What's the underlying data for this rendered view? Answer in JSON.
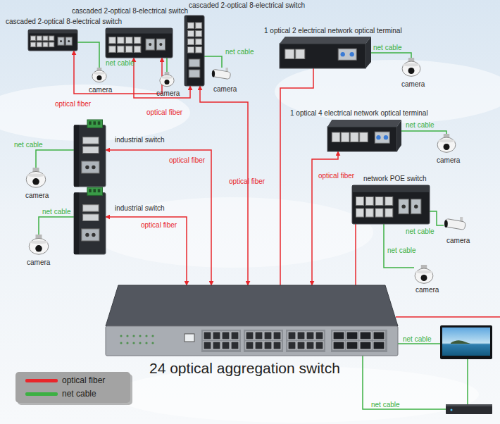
{
  "diagram": {
    "nodes": [
      {
        "text": [
          "cascaded 2-optical 8-electrical switch"
        ]
      },
      {
        "text": [
          "cascaded 2-optical 8-electrical switch"
        ]
      },
      {
        "text": [
          "cascaded 2-optical 8-electrical switch"
        ]
      },
      {
        "text": [
          "1 optical 2 electrical network optical terminal"
        ]
      },
      {
        "text": [
          "camera"
        ]
      },
      {
        "text": [
          "camera"
        ]
      },
      {
        "text": [
          "camera"
        ]
      },
      {
        "text": [
          "camera"
        ]
      },
      {
        "text": [
          "1 optical 4 electrical network optical terminal"
        ]
      },
      {
        "text": [
          "industrial switch"
        ]
      },
      {
        "text": [
          "camera"
        ]
      },
      {
        "text": [
          "network POE switch"
        ]
      },
      {
        "text": [
          "camera"
        ]
      },
      {
        "text": [
          "industrial switch"
        ]
      },
      {
        "text": [
          "camera"
        ]
      },
      {
        "text": [
          "camera"
        ]
      },
      {
        "text": [
          "camera"
        ]
      },
      {
        "text": [
          "24 optical aggregation switch"
        ]
      }
    ],
    "edges": [
      {
        "from": 0,
        "to": 1,
        "label": "optical fiber",
        "arrow": "both"
      },
      {
        "from": 1,
        "to": 2,
        "label": "optical fiber",
        "arrow": "both"
      },
      {
        "from": 2,
        "to": 17,
        "label": "optical fiber",
        "arrow": "both"
      },
      {
        "from": 0,
        "to": 4,
        "label": "net cable",
        "arrow": "none"
      },
      {
        "from": 1,
        "to": 5,
        "arrow": "none"
      },
      {
        "from": 2,
        "to": 6,
        "label": "net cable",
        "arrow": "none"
      },
      {
        "from": 3,
        "to": 17,
        "arrow": "none"
      },
      {
        "from": 3,
        "to": 7,
        "label": "net cable",
        "arrow": "none"
      },
      {
        "from": 8,
        "to": 17,
        "label": "optical fiber",
        "arrow": "both"
      },
      {
        "from": 8,
        "to": 10,
        "label": "net cable",
        "arrow": "none"
      },
      {
        "from": 9,
        "to": 12,
        "label": "net cable",
        "arrow": "none"
      },
      {
        "from": 9,
        "to": 17,
        "label": "optical fiber",
        "arrow": "both"
      },
      {
        "from": 11,
        "to": 17,
        "arrow": "none"
      },
      {
        "from": 11,
        "to": 14,
        "label": "net cable",
        "arrow": "none"
      },
      {
        "from": 11,
        "to": 16,
        "label": "net cable",
        "arrow": "none"
      },
      {
        "from": 13,
        "to": 15,
        "label": "net cable",
        "arrow": "none"
      },
      {
        "from": 13,
        "to": 17,
        "label": "optical fiber",
        "arrow": "both"
      }
    ],
    "labels": [
      "net cable",
      "net cable"
    ],
    "legend": [
      {
        "text": "optical fiber",
        "color": "#e8262b"
      },
      {
        "text": "net cable",
        "color": "#3cb043"
      }
    ]
  }
}
